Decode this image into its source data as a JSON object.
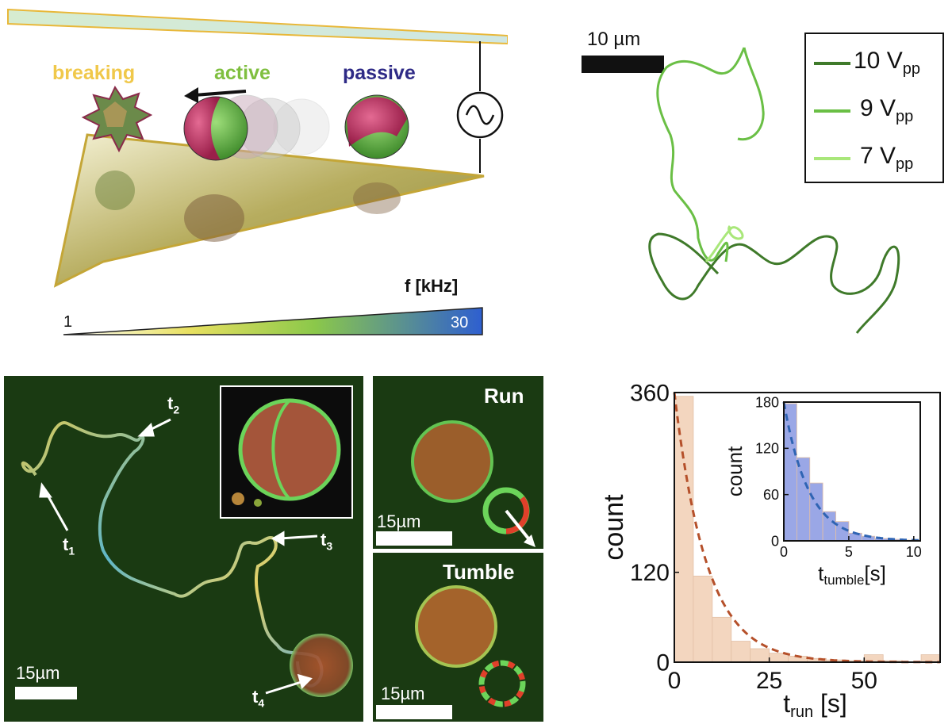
{
  "panel_a": {
    "labels": {
      "breaking": "breaking",
      "active": "active",
      "passive": "passive"
    },
    "colors": {
      "breaking": "#f0c84a",
      "active": "#7fbf3f",
      "passive": "#2e2a86"
    },
    "freq_label": "f [kHz]",
    "freq_min": "1",
    "freq_max": "30"
  },
  "panel_b": {
    "scale_bar": "10 µm",
    "legend": [
      {
        "value": "10 V",
        "sub": "pp",
        "color": "#3f7a2a"
      },
      {
        "value": "9 V",
        "sub": "pp",
        "color": "#6abf45"
      },
      {
        "value": "7 V",
        "sub": "pp",
        "color": "#a9e77a"
      }
    ]
  },
  "panel_c": {
    "scale_bar": "15µm",
    "time_labels": [
      {
        "t": "t",
        "sub": "1"
      },
      {
        "t": "t",
        "sub": "2"
      },
      {
        "t": "t",
        "sub": "3"
      },
      {
        "t": "t",
        "sub": "4"
      }
    ]
  },
  "panel_d": {
    "run_label": "Run",
    "tumble_label": "Tumble",
    "scale_bar_run": "15µm",
    "scale_bar_tumble": "15µm"
  },
  "chart_data": [
    {
      "type": "bar",
      "xlabel": "t",
      "xlabel_sub": "run",
      "xlabel_unit": "[s]",
      "ylabel": "count",
      "xlim": [
        0,
        70
      ],
      "ylim": [
        0,
        360
      ],
      "xticks": [
        0,
        25,
        50
      ],
      "yticks": [
        0,
        120,
        360
      ],
      "bin_edges": [
        0,
        5,
        10,
        15,
        20,
        25,
        30,
        35,
        40,
        45,
        50,
        55,
        60,
        65,
        70
      ],
      "values": [
        355,
        115,
        60,
        28,
        18,
        12,
        8,
        5,
        3,
        2,
        10,
        2,
        0,
        10
      ],
      "fit": {
        "type": "exponential",
        "a": 360,
        "tau": 8.5,
        "color": "#b5502a"
      },
      "bar_color": "#f3d6bf",
      "inset": {
        "type": "bar",
        "xlabel": "t",
        "xlabel_sub": "tumble",
        "xlabel_unit": "[s]",
        "ylabel": "count",
        "xlim": [
          0,
          10.5
        ],
        "ylim": [
          0,
          180
        ],
        "xticks": [
          0,
          5,
          10
        ],
        "yticks": [
          0,
          60,
          120,
          180
        ],
        "bin_edges": [
          0,
          1,
          2,
          3,
          4,
          5,
          6,
          7,
          8,
          9,
          10
        ],
        "values": [
          178,
          108,
          75,
          38,
          25,
          10,
          6,
          3,
          2,
          1
        ],
        "fit": {
          "type": "exponential",
          "a": 180,
          "tau": 1.9,
          "color": "#2f64b3"
        },
        "bar_color": "#9aa7e6"
      }
    }
  ]
}
